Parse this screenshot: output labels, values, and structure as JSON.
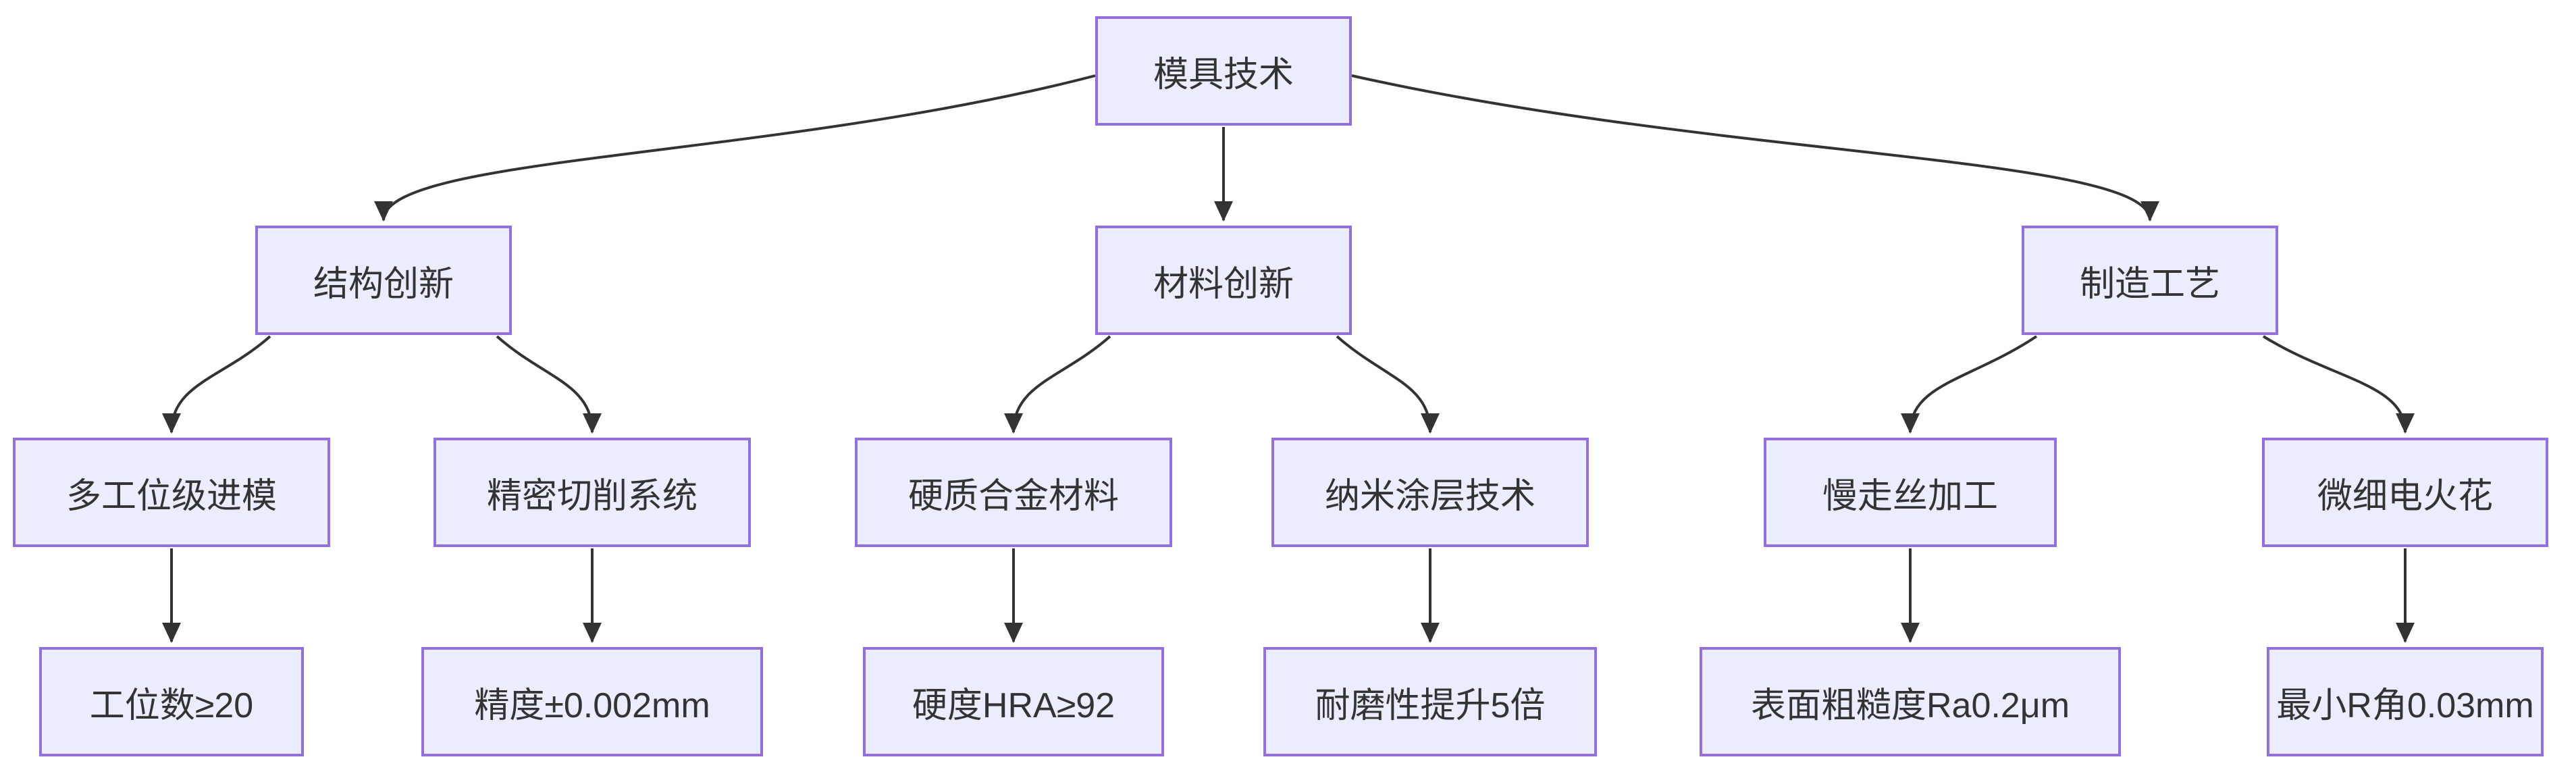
{
  "diagram": {
    "type": "flowchart-tree",
    "direction": "top-down",
    "colors": {
      "background": "#FFFFFF",
      "node_fill": "#ECECFF",
      "node_border": "#9370DB",
      "edge": "#333333",
      "text": "#333333"
    },
    "nodes": {
      "root": {
        "label": "模具技术"
      },
      "structure": {
        "label": "结构创新"
      },
      "material": {
        "label": "材料创新"
      },
      "process": {
        "label": "制造工艺"
      },
      "multiStation": {
        "label": "多工位级进模"
      },
      "precisionCutting": {
        "label": "精密切削系统"
      },
      "carbide": {
        "label": "硬质合金材料"
      },
      "nanoCoating": {
        "label": "纳米涂层技术"
      },
      "wireEdm": {
        "label": "慢走丝加工"
      },
      "microEdm": {
        "label": "微细电火花"
      },
      "stationCount": {
        "label": "工位数≥20"
      },
      "precision": {
        "label": "精度±0.002mm"
      },
      "hardness": {
        "label": "硬度HRA≥92"
      },
      "wearResistance": {
        "label": "耐磨性提升5倍"
      },
      "surfaceRoughness": {
        "label": "表面粗糙度Ra0.2μm"
      },
      "minRadius": {
        "label": "最小R角0.03mm"
      }
    },
    "edges": [
      {
        "from": "root",
        "to": "structure"
      },
      {
        "from": "root",
        "to": "material"
      },
      {
        "from": "root",
        "to": "process"
      },
      {
        "from": "structure",
        "to": "multiStation"
      },
      {
        "from": "structure",
        "to": "precisionCutting"
      },
      {
        "from": "material",
        "to": "carbide"
      },
      {
        "from": "material",
        "to": "nanoCoating"
      },
      {
        "from": "process",
        "to": "wireEdm"
      },
      {
        "from": "process",
        "to": "microEdm"
      },
      {
        "from": "multiStation",
        "to": "stationCount"
      },
      {
        "from": "precisionCutting",
        "to": "precision"
      },
      {
        "from": "carbide",
        "to": "hardness"
      },
      {
        "from": "nanoCoating",
        "to": "wearResistance"
      },
      {
        "from": "wireEdm",
        "to": "surfaceRoughness"
      },
      {
        "from": "microEdm",
        "to": "minRadius"
      }
    ]
  }
}
